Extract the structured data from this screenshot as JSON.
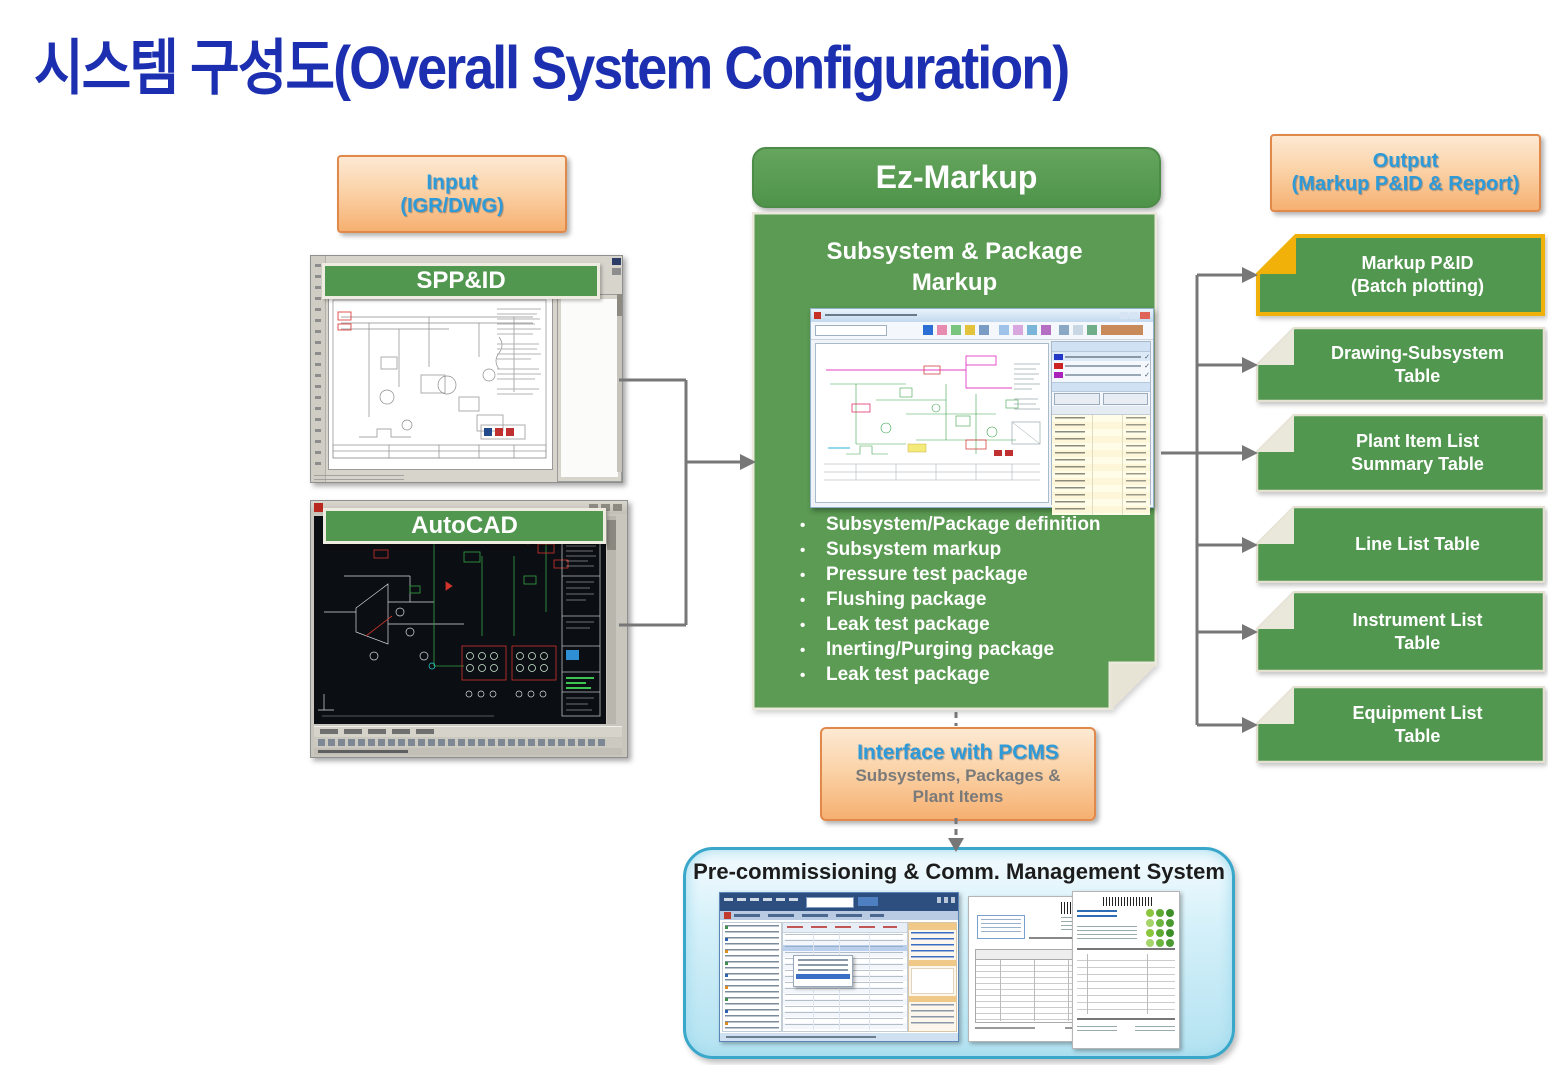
{
  "slide": {
    "title": "시스템 구성도(Overall System Configuration)"
  },
  "input": {
    "title": "Input",
    "subtitle": "(IGR/DWG)",
    "sources": [
      {
        "name": "SPP&ID"
      },
      {
        "name": "AutoCAD"
      }
    ]
  },
  "ez": {
    "header": "Ez-Markup",
    "panel_title": "Subsystem & Package\nMarkup",
    "bullets": [
      "Subsystem/Package definition",
      "Subsystem markup",
      "Pressure test package",
      "Flushing package",
      "Leak test package",
      "Inerting/Purging package",
      "Leak test package"
    ]
  },
  "output": {
    "title": "Output",
    "subtitle": "(Markup P&ID & Report)",
    "boxes": [
      {
        "label": "Markup P&ID\n(Batch plotting)",
        "highlight": true
      },
      {
        "label": "Drawing-Subsystem\nTable"
      },
      {
        "label": "Plant Item List\nSummary Table"
      },
      {
        "label": "Line List Table"
      },
      {
        "label": "Instrument List\nTable"
      },
      {
        "label": "Equipment List\nTable"
      }
    ]
  },
  "interface_pcms": {
    "title": "Interface with PCMS",
    "subtitle": "Subsystems, Packages &\nPlant Items"
  },
  "pcms": {
    "title": "Pre-commissioning & Comm. Management System"
  },
  "colors": {
    "box_green": "#529750",
    "panel_green": "#5b9b53",
    "gold": "#f0b20a",
    "orange_border": "#e1884b",
    "label_blue": "#2e9ad8",
    "title_blue": "#1c2fb0",
    "subtitle_gray": "#7a7a7a",
    "connector_gray": "#777777",
    "pcms_border_teal": "#39a7c9"
  }
}
